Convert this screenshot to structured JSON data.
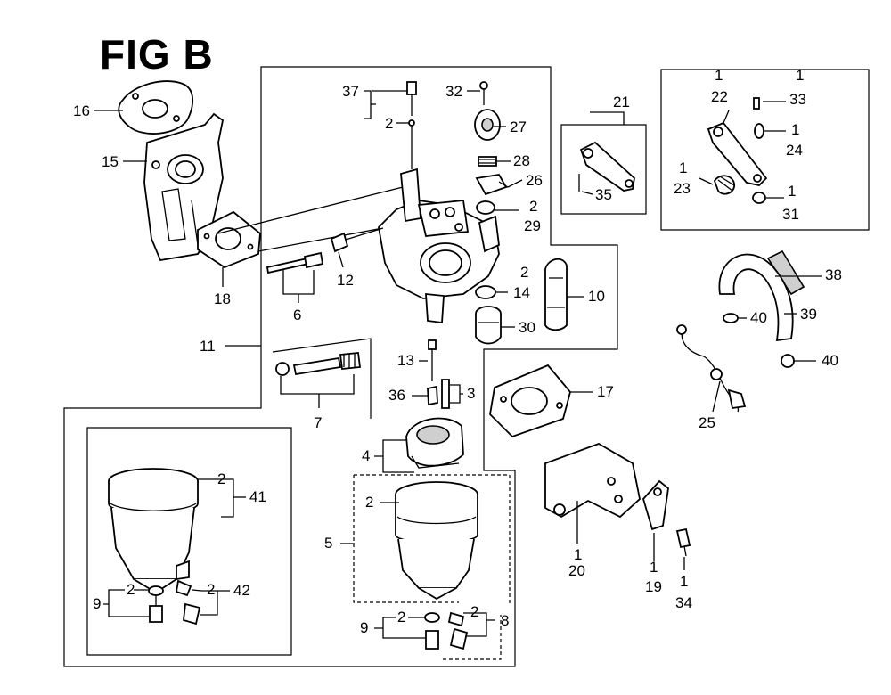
{
  "figure": {
    "title": "FIG B"
  },
  "callouts": [
    {
      "id": "c16",
      "text": "16"
    },
    {
      "id": "c15",
      "text": "15"
    },
    {
      "id": "c18",
      "text": "18"
    },
    {
      "id": "c37",
      "text": "37"
    },
    {
      "id": "c2a",
      "text": "2"
    },
    {
      "id": "c32",
      "text": "32"
    },
    {
      "id": "c27",
      "text": "27"
    },
    {
      "id": "c28",
      "text": "28"
    },
    {
      "id": "c26",
      "text": "26"
    },
    {
      "id": "c2b",
      "text": "2"
    },
    {
      "id": "c29",
      "text": "29"
    },
    {
      "id": "c21",
      "text": "21"
    },
    {
      "id": "c35",
      "text": "35"
    },
    {
      "id": "c22a",
      "text": "1"
    },
    {
      "id": "c22",
      "text": "22"
    },
    {
      "id": "c33a",
      "text": "1"
    },
    {
      "id": "c33",
      "text": "33"
    },
    {
      "id": "c24a",
      "text": "1"
    },
    {
      "id": "c24",
      "text": "24"
    },
    {
      "id": "c23a",
      "text": "1"
    },
    {
      "id": "c23",
      "text": "23"
    },
    {
      "id": "c31a",
      "text": "1"
    },
    {
      "id": "c31",
      "text": "31"
    },
    {
      "id": "c12",
      "text": "12"
    },
    {
      "id": "c6",
      "text": "6"
    },
    {
      "id": "c2c",
      "text": "2"
    },
    {
      "id": "c14",
      "text": "14"
    },
    {
      "id": "c10",
      "text": "10"
    },
    {
      "id": "c30",
      "text": "30"
    },
    {
      "id": "c38",
      "text": "38"
    },
    {
      "id": "c40a",
      "text": "40"
    },
    {
      "id": "c39",
      "text": "39"
    },
    {
      "id": "c40b",
      "text": "40"
    },
    {
      "id": "c11",
      "text": "11"
    },
    {
      "id": "c13",
      "text": "13"
    },
    {
      "id": "c36",
      "text": "36"
    },
    {
      "id": "c3",
      "text": "3"
    },
    {
      "id": "c7",
      "text": "7"
    },
    {
      "id": "c17",
      "text": "17"
    },
    {
      "id": "c25",
      "text": "25"
    },
    {
      "id": "c4",
      "text": "4"
    },
    {
      "id": "c2d",
      "text": "2"
    },
    {
      "id": "c41",
      "text": "41"
    },
    {
      "id": "c2e",
      "text": "2"
    },
    {
      "id": "c5",
      "text": "5"
    },
    {
      "id": "c20a",
      "text": "1"
    },
    {
      "id": "c20",
      "text": "20"
    },
    {
      "id": "c19a",
      "text": "1"
    },
    {
      "id": "c19",
      "text": "19"
    },
    {
      "id": "c34a",
      "text": "1"
    },
    {
      "id": "c34",
      "text": "34"
    },
    {
      "id": "c9a",
      "text": "9"
    },
    {
      "id": "c2f",
      "text": "2"
    },
    {
      "id": "c2g",
      "text": "2"
    },
    {
      "id": "c42",
      "text": "42"
    },
    {
      "id": "c9b",
      "text": "9"
    },
    {
      "id": "c2h",
      "text": "2"
    },
    {
      "id": "c2i",
      "text": "2"
    },
    {
      "id": "c8",
      "text": "8"
    }
  ]
}
